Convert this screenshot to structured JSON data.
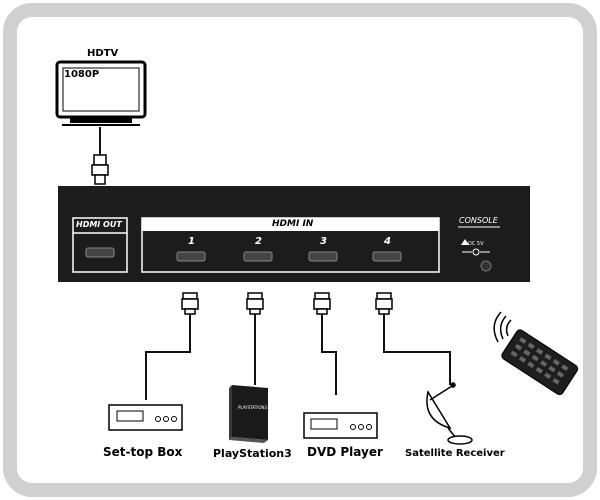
{
  "tv": {
    "title": "HDTV",
    "resolution": "1080P"
  },
  "switch": {
    "out_label": "HDMI OUT",
    "in_label": "HDMI IN",
    "ports": [
      "1",
      "2",
      "3",
      "4"
    ],
    "console_label": "CONSOLE",
    "power_label": "DC 5V"
  },
  "devices": [
    {
      "label": "Set-top Box"
    },
    {
      "label": "PlayStation3"
    },
    {
      "label": "DVD Player"
    },
    {
      "label": "Satellite Receiver"
    }
  ],
  "ps3_logo": "PLAYSTATION3",
  "colors": {
    "frame": "#d0d0d0",
    "panel": "#1c1c1c",
    "cable": "#111111"
  }
}
